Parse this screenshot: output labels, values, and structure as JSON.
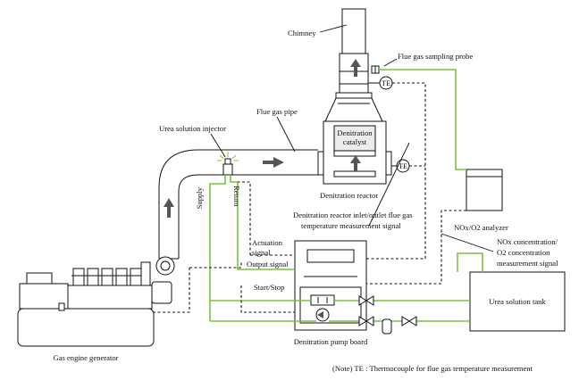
{
  "labels": {
    "chimney": "Chimney",
    "sampling_probe": "Flue gas sampling probe",
    "te_top": "TE",
    "te_reactor": "TE",
    "flue_gas_pipe": "Flue gas pipe",
    "urea_injector": "Urea solution injector",
    "catalyst_line1": "Denitration",
    "catalyst_line2": "catalyst",
    "reactor": "Denitration reactor",
    "analyzer": "NOx/O2 analyzer",
    "supply": "Supply",
    "return": "Return",
    "temp_signal_line1": "Denitration reactor inlet/outlet flue gas",
    "temp_signal_line2": "temperature measurement signal",
    "actuation_line1": "Actuation",
    "actuation_line2": "signal",
    "output_signal": "Output signal",
    "start_stop": "Start/Stop",
    "nox_line1": "NOx concentration/",
    "nox_line2": "O2 concentration",
    "nox_line3": "measurement signal",
    "urea_tank": "Urea solution tank",
    "pump_board": "Denitration pump board",
    "generator": "Gas engine generator",
    "note": "(Note)   TE : Thermocouple for flue gas temperature measurement"
  },
  "colors": {
    "supply_line": "#7bc242",
    "signal_line": "#111111",
    "arrow_fill": "#555555"
  }
}
